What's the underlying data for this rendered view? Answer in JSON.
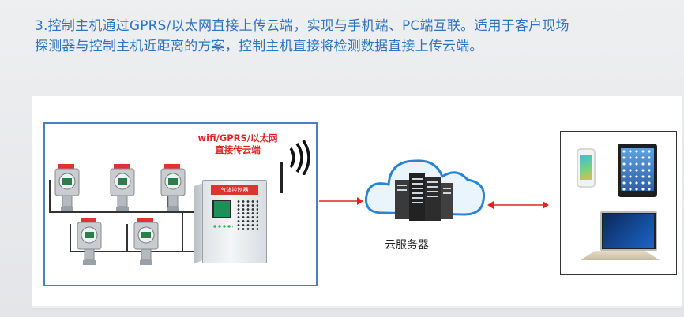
{
  "heading": {
    "line1": "3.控制主机通过GPRS/以太网直接上传云端，实现与手机端、PC端互联。适用于客户现场",
    "line2": "探测器与控制主机近距离的方案，控制主机直接将检测数据直接上传云端。"
  },
  "diagram": {
    "site_label_line1": "wifi/GPRS/以太网",
    "site_label_line2": "直接传云端",
    "controller_name": "气体控制器",
    "cloud_caption": "云服务器"
  },
  "colors": {
    "heading": "#2f74c0",
    "site_border": "#4a7fc3",
    "site_label": "#e02424",
    "arrows": "#e02424"
  },
  "icons": [
    "gas-detector-icon",
    "controller-icon",
    "antenna-icon",
    "signal-waves-icon",
    "cloud-server-icon",
    "phone-icon",
    "tablet-icon",
    "laptop-icon",
    "arrow-right-icon",
    "double-arrow-icon"
  ]
}
